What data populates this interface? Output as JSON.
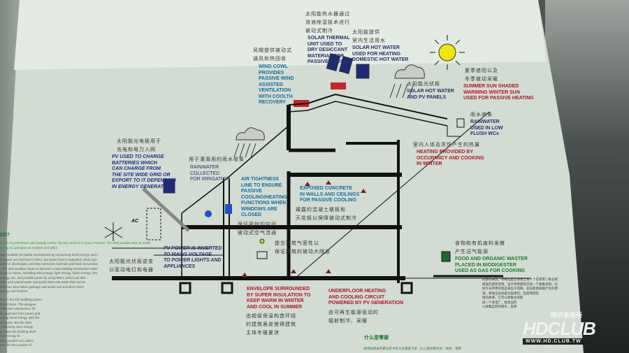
{
  "labels": {
    "solar_thermal_cn": "太阳能热水器通过\n溶液除湿技术进行\n被动式制冷",
    "solar_thermal_en": "SOLAR THERMAL\nUNIT USED TO\nDRY DESICCANT\nMATERIAL FOR\nPASSIVE COOLING",
    "solar_hot_water_cn": "太阳能提供\n室内生活用水",
    "solar_hot_water_en": "SOLAR HOT WATER\nUSED FOR HEATING\nDOMESTIC HOT WATER",
    "wind_cowl_cn": "风帽提供被动式\n通风和热回收",
    "wind_cowl_en": "WIND COWL\nPROVIDES\nPASSIVE WIND\nASSISTED\nVENTILATION\nWITH COOLTH\nRECOVERY",
    "summer_sun_cn": "夏季遮阳以及\n冬季被动采暖",
    "summer_sun_en": "SUMMER SUN SHADED\nWARMING WINTER SUN\nUSED FOR PASSIVE HEATING",
    "pv_panels_cn": "太阳能光伏板",
    "pv_panels_en": "SOLAR HOT WATER\nAND PV PANELS",
    "rainwater_wc_cn": "雨水收集",
    "rainwater_wc_en": "RAINWATER\nUSED IN LOW\nFLUSH WCs",
    "occupancy_cn": "室内人体及烹饪产生的热量",
    "occupancy_en": "HEATING PROVIDED BY\nOCCUPANCY AND COOKING\nIN WINTER",
    "pv_batteries_cn": "太阳能光电板用于\n充电和电力入网",
    "pv_batteries_en": "PV USED TO CHARGE\nBATTERIES WHICH\nCAN CHARGE FROM\nTHE SITE WIDE GRID OR\nEXPORT TO IT DEPENDING\nIN ENERGY GENERATION",
    "irrigation_cn": "用于灌溉用的雨水收集",
    "irrigation_en": "RAINWATER\nCOLLECTED\nFOR IRRIGATION",
    "air_tight_en": "AIR TIGHTNESS\nLINE TO ENSURE\nPASSIVE\nCOOLING/HEATING\nFUNCTIONS WHEN\nWINDOWS ARE\nCLOSED",
    "air_tight_cn": "保证密封的空间\n被动式空气流通",
    "concrete_en": "EXPOSED CONCRETE\nIN WALLS AND CEILINGS\nFOR PASSIVE COOLING",
    "concrete_cn": "裸露的混凝土楼板和\n天花板以保障被动式制冷",
    "airtight2_cn": "提交建筑气密性以\n保证建筑的被动大隧道",
    "pv_power_en": "PV POWER IS INVERTED\nTO MAINS VOLTAGE\nTO POWER LIGHTS AND\nAPPLIANCES",
    "pv_power_cn": "太阳能光伏板逆变\n以驱动电灯和电器",
    "ac_label": "AC",
    "food_cn": "食物和有机废料发酵\n产生沼气能源",
    "food_en": "FOOD AND ORGANIC WASTER\nPLACED IN BIODIGESTER\nUSED AS GAS FOR COOKING",
    "envelope_en": "ENVELOPE SURROUNDED\nBY SUPER INSULATION TO\nKEEP WARM IN WINTER\nAND COOL IN SUMMER",
    "envelope_cn": "由超级保温构造环绕\n的建筑表皮使得建筑\n主体冬暖夏凉",
    "underfloor_en": "UNDERFLOOR HEATING\nAND COOLING CIRCUIT\nPOWERED BY PV GENERATION",
    "underfloor_cn": "由可再生能源驱动的\n辐射制冷、采暖",
    "what_is_zero": "什么是零碳",
    "zero_carbon_line": "碳排放是由京都议定书定义的温室气体（以二氧化碳为主）排放，零碳",
    "left_heading": "ED?",
    "left_intro": "is that of greenhouse gas (mainly carbon dioxide) defined in Kyoto Protocol. The ZED pavilion aims to realize the zero emission of\nduring its operation as resident and office.",
    "left_body": "ings maintain its livable environment by consuming fossil energy and non-renewable\nof power are imported to them, but waste heat is outputted, clean tap water is\nwater is discharged, and they consume materials and food, but produce\n. The ZED pavilion hopes to discover a new building mechanism which can\nnergy in nature, including wind energy, light energy, hydro-energy, heat\nenergy, etc. and provide power by using them, which can also\nation and natural water and purify them into water that can be\nhich can also collect garbage and waste and transform them\nenergy and fertilizer.",
    "left_body2": "ilion is the first building project\nWorld Expo. The designer\ncollection mechanism, for\ner originates from power grid\numing fossil energy, with the\nnd waste. But the ZED\n, collecting solar energy,\nto make the building itself\nside energy to\nZED pavilion can collect\nwert for the purpose of",
    "right_cn_body": "从整体来说，零碳馆是世博会上第一个实现零二氧化碳\n排放的建筑项目。设计师把建筑实现一个收集机制。比\n如今天所用的电是来自于电网，化石能源再能产生的建\n源，将放出去就是垃圾废料，但是零碳馆\n样的故事。它可以收集太阳能\n成一个发电厂，给周边的\n以收集自然的雨水，再将",
    "watermark_main": "HDCLUB",
    "watermark_cn": "精研事務所",
    "watermark_url": "WWW.HD.CLUB.TW"
  }
}
